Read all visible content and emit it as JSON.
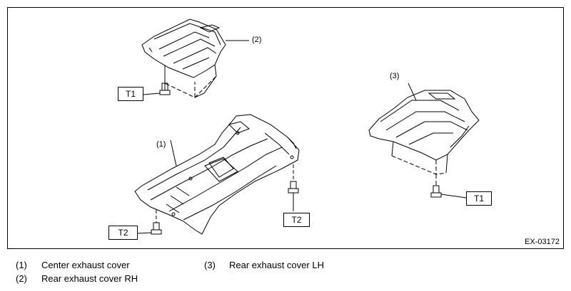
{
  "figure_id": "EX-03172",
  "callouts": {
    "center": "(1)",
    "rh": "(2)",
    "lh": "(3)"
  },
  "torque_tags": {
    "rh_bolt": "T1",
    "center_left_bolt": "T2",
    "center_right_bolt": "T2",
    "lh_bolt": "T1"
  },
  "legend": [
    {
      "num": "(1)",
      "label": "Center exhaust cover"
    },
    {
      "num": "(2)",
      "label": "Rear exhaust cover RH"
    },
    {
      "num": "(3)",
      "label": "Rear exhaust cover LH"
    }
  ]
}
